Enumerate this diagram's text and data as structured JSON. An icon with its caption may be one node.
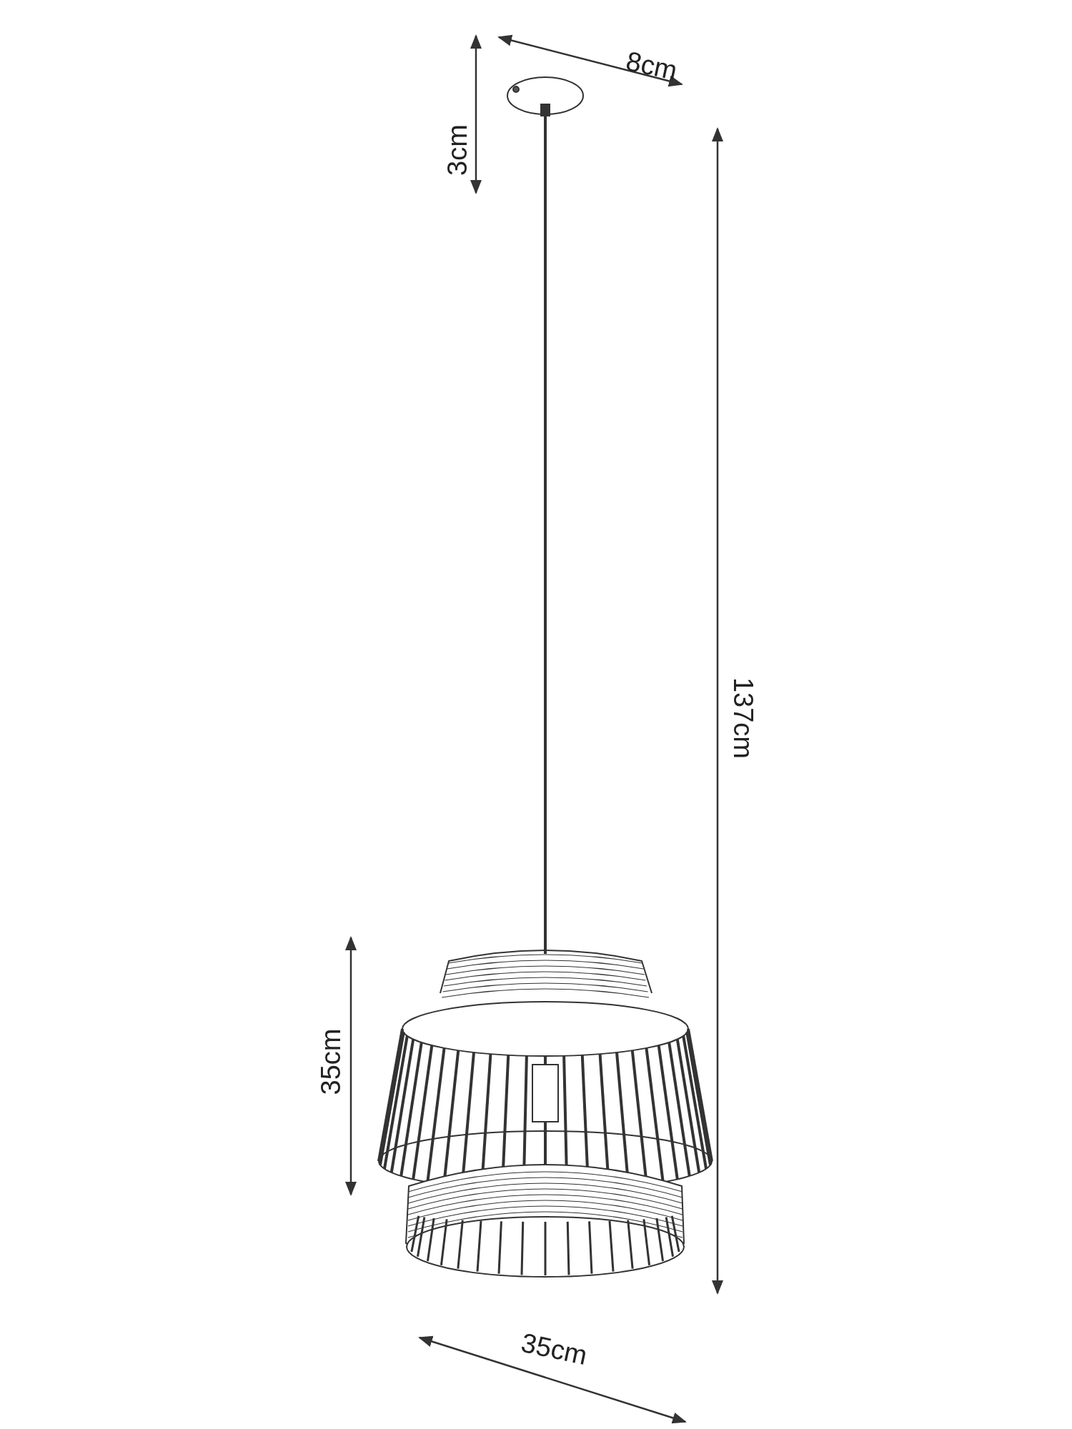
{
  "diagram": {
    "labels": [
      "8cm",
      "3cm",
      "137cm",
      "35cm",
      "35cm"
    ]
  }
}
